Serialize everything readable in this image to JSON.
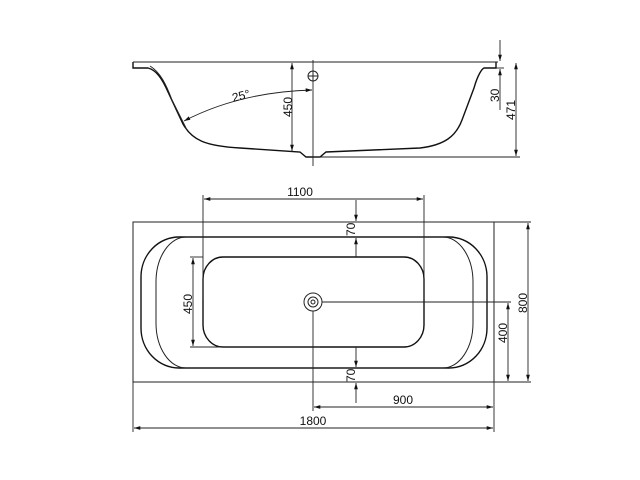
{
  "side_view": {
    "angle_label": "25°",
    "depth_label": "450",
    "rim_label": "30",
    "height_label": "471"
  },
  "top_view": {
    "basin_length_label": "1100",
    "top_margin_label": "70",
    "bottom_margin_label": "70",
    "basin_width_label": "450",
    "drain_offset_y_label": "400",
    "width_label": "800",
    "drain_offset_x_label": "900",
    "length_label": "1800"
  },
  "colors": {
    "line": "#222222",
    "background": "#ffffff"
  }
}
